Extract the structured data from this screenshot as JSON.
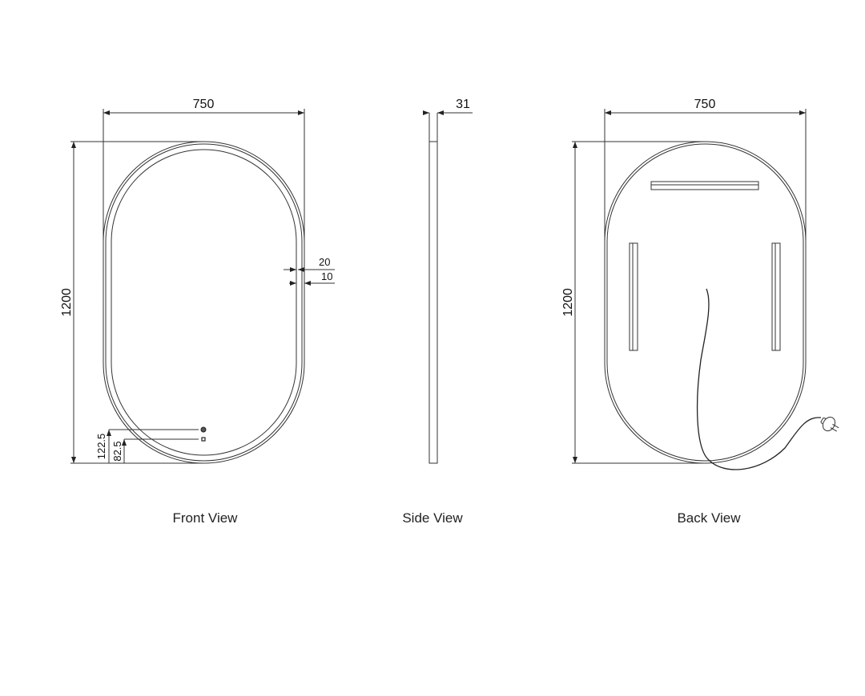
{
  "front_view": {
    "label": "Front View",
    "width_dim": "750",
    "height_dim": "1200",
    "frame_outer_dim": "20",
    "frame_inner_dim": "10",
    "button_upper_dim": "122.5",
    "button_lower_dim": "82.5",
    "icons": [
      "touch-switch-icon",
      "dimmer-switch-icon"
    ]
  },
  "side_view": {
    "label": "Side View",
    "depth_dim": "31"
  },
  "back_view": {
    "label": "Back View",
    "width_dim": "750",
    "height_dim": "1200",
    "icons": [
      "led-strip-icon",
      "power-cable-icon",
      "plug-icon"
    ]
  },
  "colors": {
    "line": "#333333",
    "background": "#ffffff"
  }
}
